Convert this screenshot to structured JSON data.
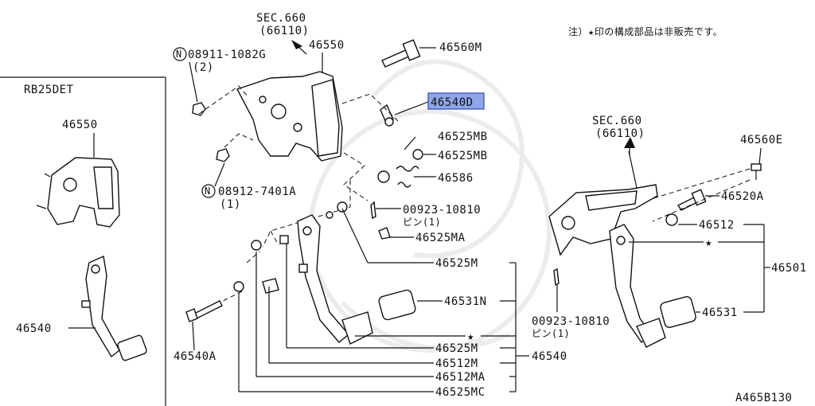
{
  "diagram": {
    "code": "A465B130",
    "note": "注）★印の構成部品は非販売です。",
    "variant_label": "RB25DET",
    "highlight_color": "#8fa6e8",
    "labels": {
      "sec_left": "SEC.660",
      "sec_left_sub": "(66110)",
      "sec_right": "SEC.660",
      "sec_right_sub": "(66110)",
      "p46550_top": "46550",
      "p46550_left": "46550",
      "p46560M": "46560M",
      "p46540D": "46540D",
      "n08911": "08911-1082G",
      "n08911_qty": "(2)",
      "n08912": "08912-7401A",
      "n08912_qty": "(1)",
      "p46525MB_a": "46525MB",
      "p46525MB_b": "46525MB",
      "p46586": "46586",
      "p00923_a": "00923-10810",
      "p00923_a_sub": "ピン(1)",
      "p46525MA": "46525MA",
      "p46525M_a": "46525M",
      "p46531N": "46531N",
      "star_mid": "★",
      "p46525M_b": "46525M",
      "p46540_mid": "46540",
      "p46512M": "46512M",
      "p46512MA": "46512MA",
      "p46525MC": "46525MC",
      "p46540A": "46540A",
      "p46540_left": "46540",
      "p46560E": "46560E",
      "p46520A": "46520A",
      "p46512": "46512",
      "star_right": "★",
      "p46501": "46501",
      "p00923_b": "00923-10810",
      "p00923_b_sub": "ピン(1)",
      "p46531": "46531"
    }
  }
}
